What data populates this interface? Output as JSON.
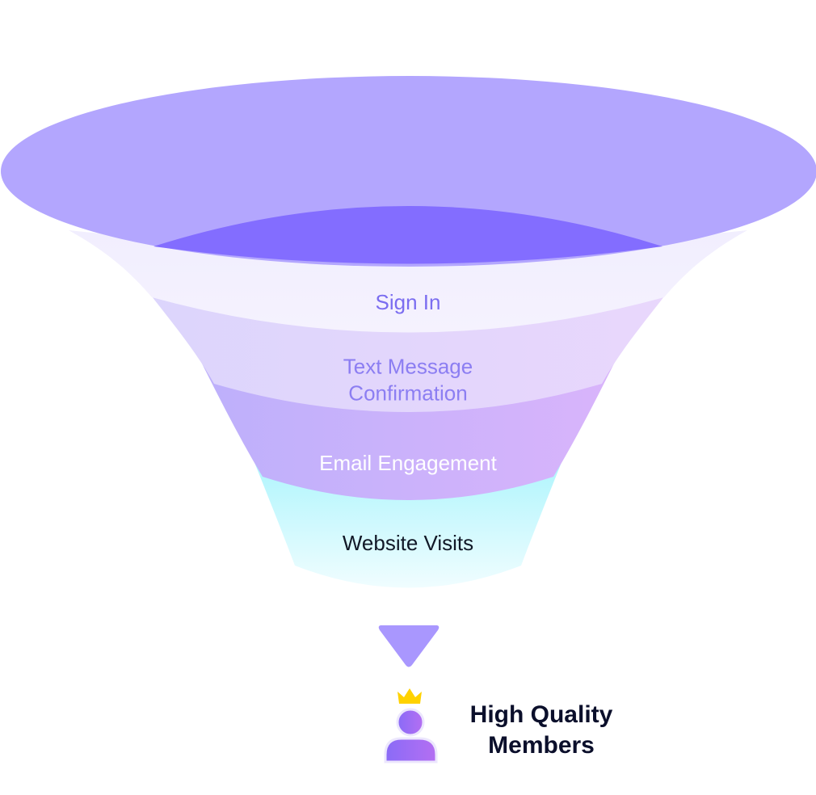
{
  "stages": [
    {
      "label_lines": [
        "Sign In"
      ],
      "text_color": "#7b6df0"
    },
    {
      "label_lines": [
        "Text Message",
        "Confirmation"
      ],
      "text_color": "#8c7ef2"
    },
    {
      "label_lines": [
        "Email Engagement"
      ],
      "text_color": "#ffffff"
    },
    {
      "label_lines": [
        "Website Visits"
      ],
      "text_color": "#111827"
    }
  ],
  "result": {
    "label_line1": "High Quality",
    "label_line2": "Members",
    "icon": "crowned-user-icon"
  },
  "colors": {
    "rim": "#b3a6fe",
    "throat": "#836dff",
    "arrow": "#a997fe",
    "crown": "#ffd200",
    "person": "#9c6cf5"
  }
}
